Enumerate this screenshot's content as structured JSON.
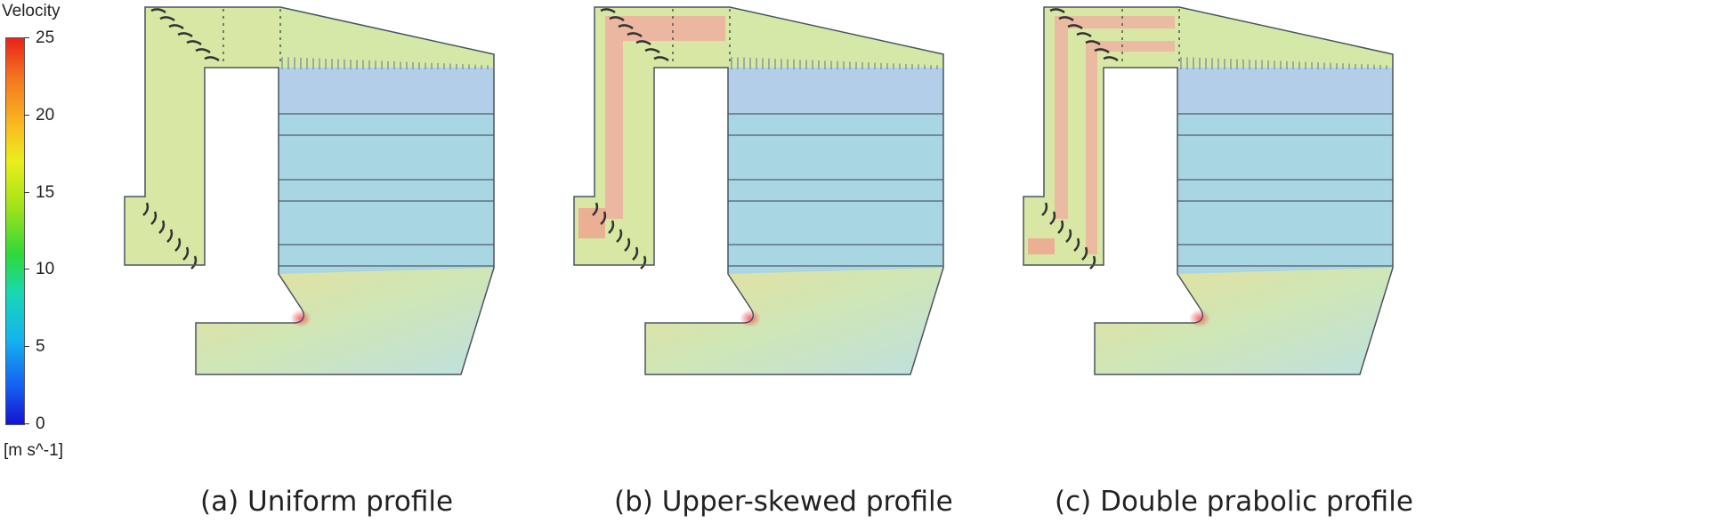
{
  "legend": {
    "title": "Velocity",
    "unit": "[m s^-1]",
    "max": 25,
    "min": 0,
    "ticks": [
      "25",
      "20",
      "15",
      "10",
      "5",
      "0"
    ]
  },
  "panels": [
    {
      "caption": "(a) Uniform profile",
      "profile": "uniform"
    },
    {
      "caption": "(b) Upper-skewed profile",
      "profile": "upper"
    },
    {
      "caption": "(c) Double prabolic profile",
      "profile": "double"
    }
  ]
}
